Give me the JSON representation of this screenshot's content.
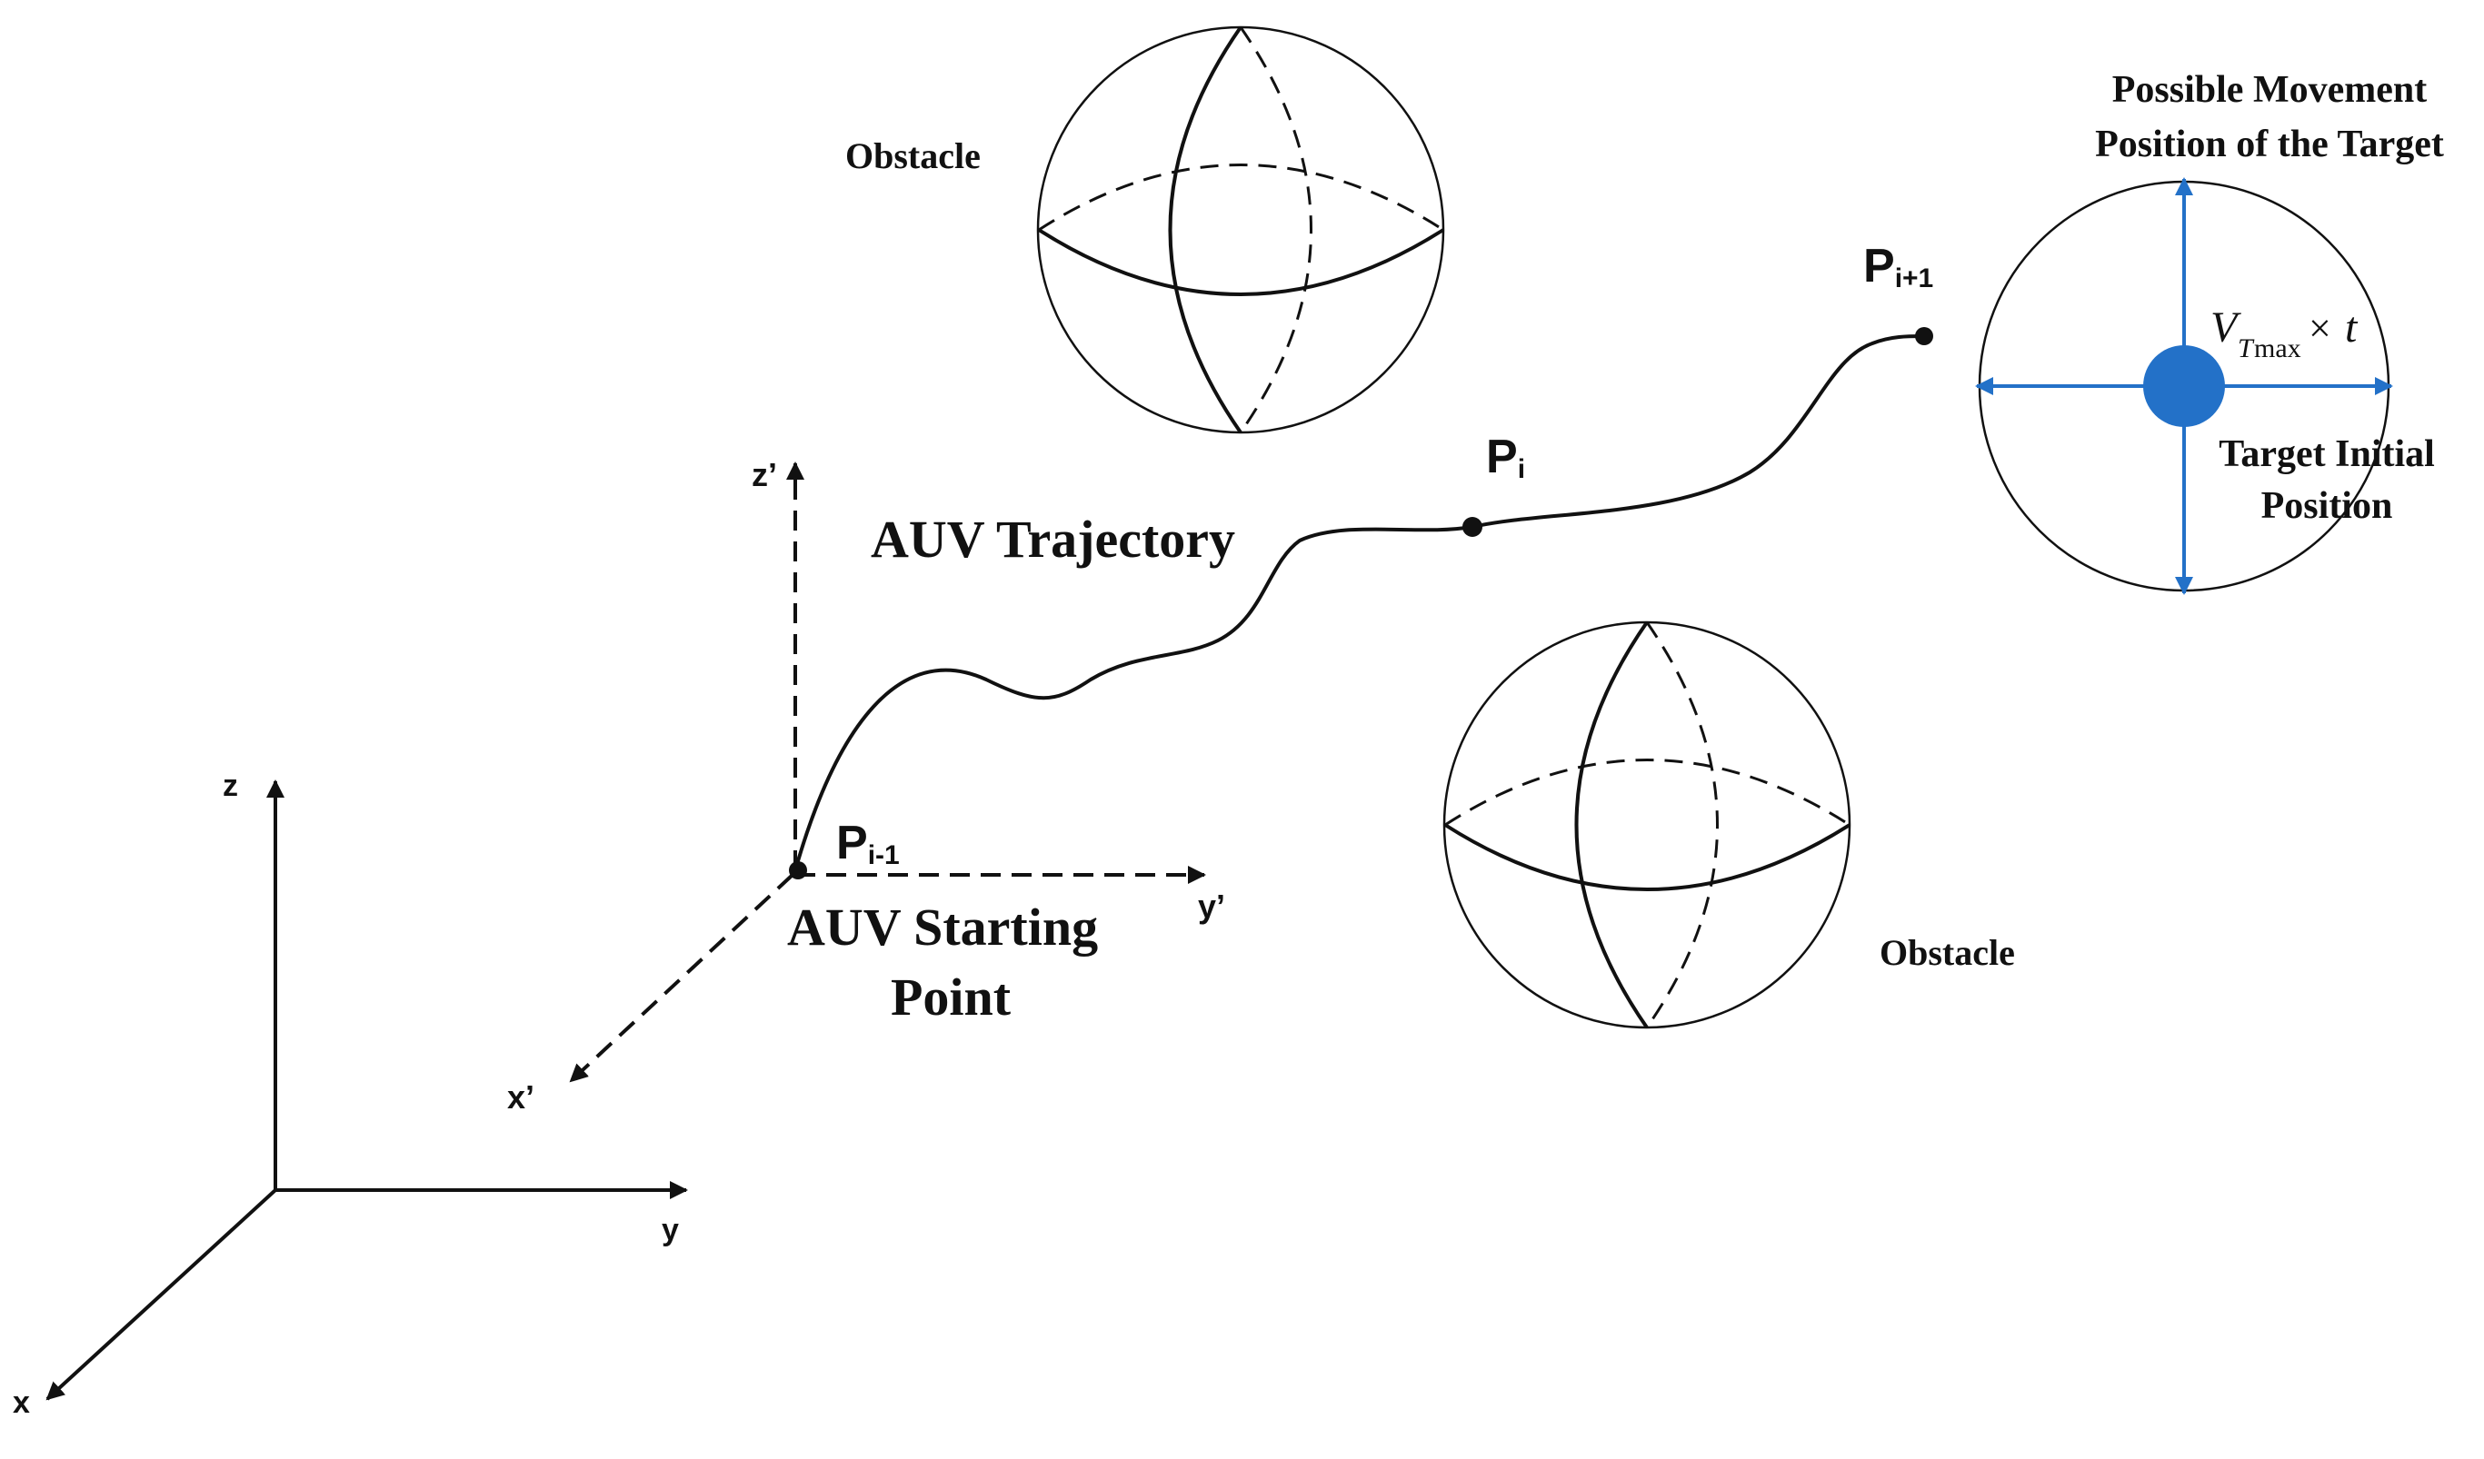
{
  "labels": {
    "obstacle_top": "Obstacle",
    "obstacle_bottom": "Obstacle",
    "auv_trajectory": "AUV Trajectory",
    "auv_start_line1": "AUV Starting",
    "auv_start_line2": "Point",
    "possible_line1": "Possible Movement",
    "possible_line2": "Position of the Target",
    "target_init_line1": "Target Initial",
    "target_init_line2": "Position"
  },
  "axes": {
    "world": {
      "x": "x",
      "y": "y",
      "z": "z"
    },
    "local": {
      "x": "x’",
      "y": "y’",
      "z": "z’"
    }
  },
  "points": {
    "p_prev": {
      "main": "P",
      "sub": "i-1"
    },
    "p_cur": {
      "main": "P",
      "sub": "i"
    },
    "p_next": {
      "main": "P",
      "sub": "i+1"
    }
  },
  "formula": {
    "v": "V",
    "sub_t": "T",
    "sub_max": "max",
    "times": "×",
    "t": "t"
  },
  "colors": {
    "line": "#111111",
    "target_accent": "#2371c8"
  }
}
